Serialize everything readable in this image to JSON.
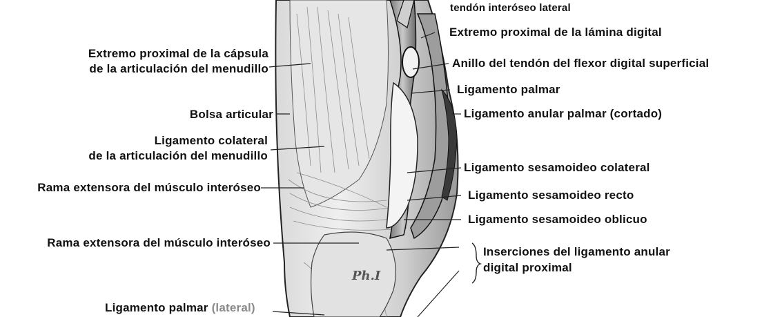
{
  "labels": {
    "top_cut": "tendón interóseo lateral",
    "ext_prox_lamina": "Extremo proximal de la lámina digital",
    "anillo_tendon": "Anillo del tendón del flexor digital superficial",
    "lig_palmar": "Ligamento palmar",
    "lig_anular_palmar": "Ligamento anular palmar (cortado)",
    "lig_ses_colateral": "Ligamento sesamoideo colateral",
    "lig_ses_recto": "Ligamento sesamoideo recto",
    "lig_ses_oblicuo": "Ligamento sesamoideo oblicuo",
    "inserciones_l1": "Inserciones del ligamento anular",
    "inserciones_l2": "digital proximal",
    "capsula_l1": "Extremo proximal de la cápsula",
    "capsula_l2": "de la articulación del menudillo",
    "bolsa": "Bolsa articular",
    "colateral_l1": "Ligamento colateral",
    "colateral_l2": "de la articulación del menudillo",
    "rama1": "Rama extensora del músculo interóseo",
    "rama2": "Rama extensora del músculo interóseo",
    "lig_palmar_lat_a": "Ligamento palmar",
    "lig_palmar_lat_b": "(lateral)",
    "phalanx": "Ph.I"
  }
}
